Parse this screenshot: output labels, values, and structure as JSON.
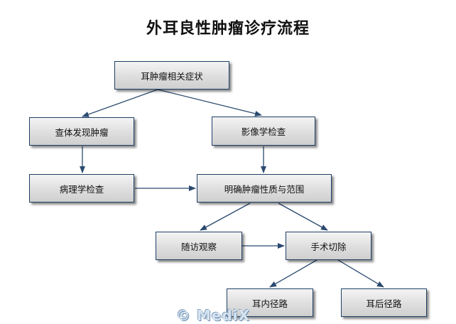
{
  "title": "外耳良性肿瘤诊疗流程",
  "nodes": {
    "symptoms": "耳肿瘤相关症状",
    "physical_exam": "查体发现肿瘤",
    "imaging": "影像学检查",
    "pathology": "病理学检查",
    "define_nature": "明确肿瘤性质与范围",
    "follow_up": "随访观察",
    "surgery": "手术切除",
    "internal_approach": "耳内径路",
    "posterior_approach": "耳后径路"
  },
  "watermark": "© MediX",
  "colors": {
    "edge": "#2b4a6f",
    "node_border": "#1f3f66"
  }
}
